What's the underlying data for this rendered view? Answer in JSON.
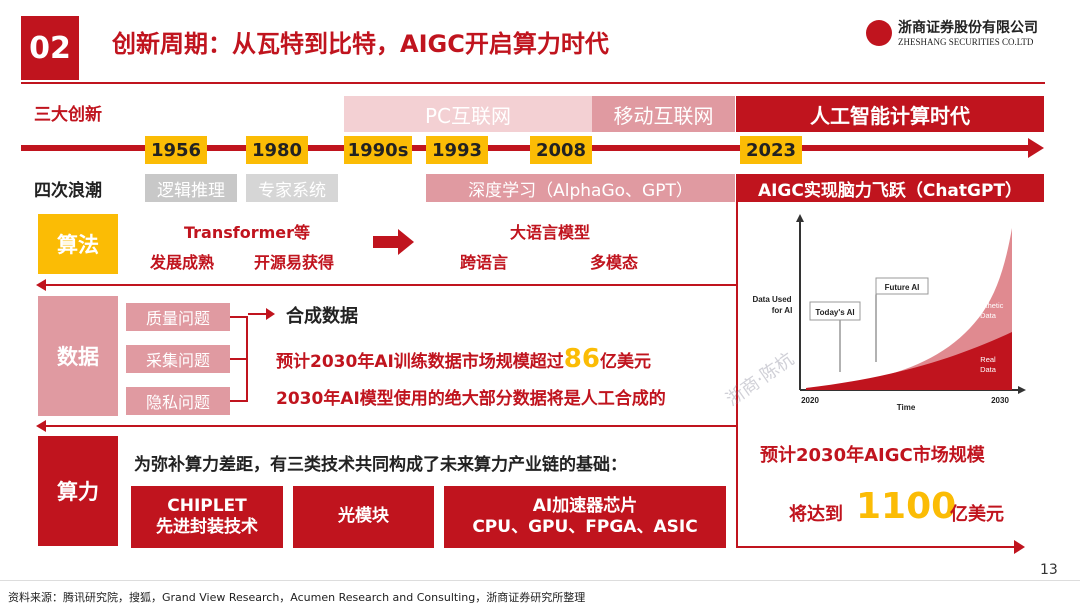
{
  "header": {
    "section_number": "02",
    "title": "创新周期：从瓦特到比特，AIGC开启算力时代",
    "company_cn": "浙商证券股份有限公司",
    "company_en": "ZHESHANG SECURITIES CO.LTD"
  },
  "timeline": {
    "innovations_label": "三大创新",
    "waves_label": "四次浪潮",
    "eras": [
      "PC互联网",
      "移动互联网",
      "人工智能计算时代"
    ],
    "years": [
      "1956",
      "1980",
      "1990s",
      "1993",
      "2008",
      "2023"
    ],
    "waves": [
      "逻辑推理",
      "专家系统",
      "深度学习（AlphaGo、GPT）",
      "AIGC实现脑力飞跃（ChatGPT）"
    ]
  },
  "algorithm": {
    "label": "算法",
    "transformer_title": "Transformer等",
    "transformer_items": [
      "发展成熟",
      "开源易获得"
    ],
    "llm_title": "大语言模型",
    "llm_items": [
      "跨语言",
      "多模态"
    ]
  },
  "data": {
    "label": "数据",
    "issues": [
      "质量问题",
      "采集问题",
      "隐私问题"
    ],
    "synthetic_title": "合成数据",
    "line1_pre": "预计2030年AI训练数据市场规模超过",
    "line1_num": "86",
    "line1_post": "亿美元",
    "line2": "2030年AI模型使用的绝大部分数据将是人工合成的"
  },
  "compute": {
    "label": "算力",
    "intro": "为弥补算力差距，有三类技术共同构成了未来算力产业链的基础：",
    "tech1_line1": "CHIPLET",
    "tech1_line2": "先进封装技术",
    "tech2": "光模块",
    "tech3_line1": "AI加速器芯片",
    "tech3_line2": "CPU、GPU、FPGA、ASIC"
  },
  "market": {
    "line1": "预计2030年AIGC市场规模",
    "line2_pre": "将达到",
    "line2_num": "1100",
    "line2_post": "亿美元"
  },
  "chart_data": {
    "type": "area",
    "ylabel": "Data Used for AI",
    "xlabel": "Time",
    "x_ticks": [
      "2020",
      "2030"
    ],
    "series": [
      {
        "name": "Synthetic Data",
        "color": "#e08a90"
      },
      {
        "name": "Real Data",
        "color": "#c0141e"
      }
    ],
    "annotations": [
      "Today's AI",
      "Future AI"
    ]
  },
  "watermark": "浙商·陈杭",
  "page_number": "13",
  "source": "资料来源：腾讯研究院，搜狐，Grand View Research，Acumen Research and Consulting，浙商证券研究所整理"
}
